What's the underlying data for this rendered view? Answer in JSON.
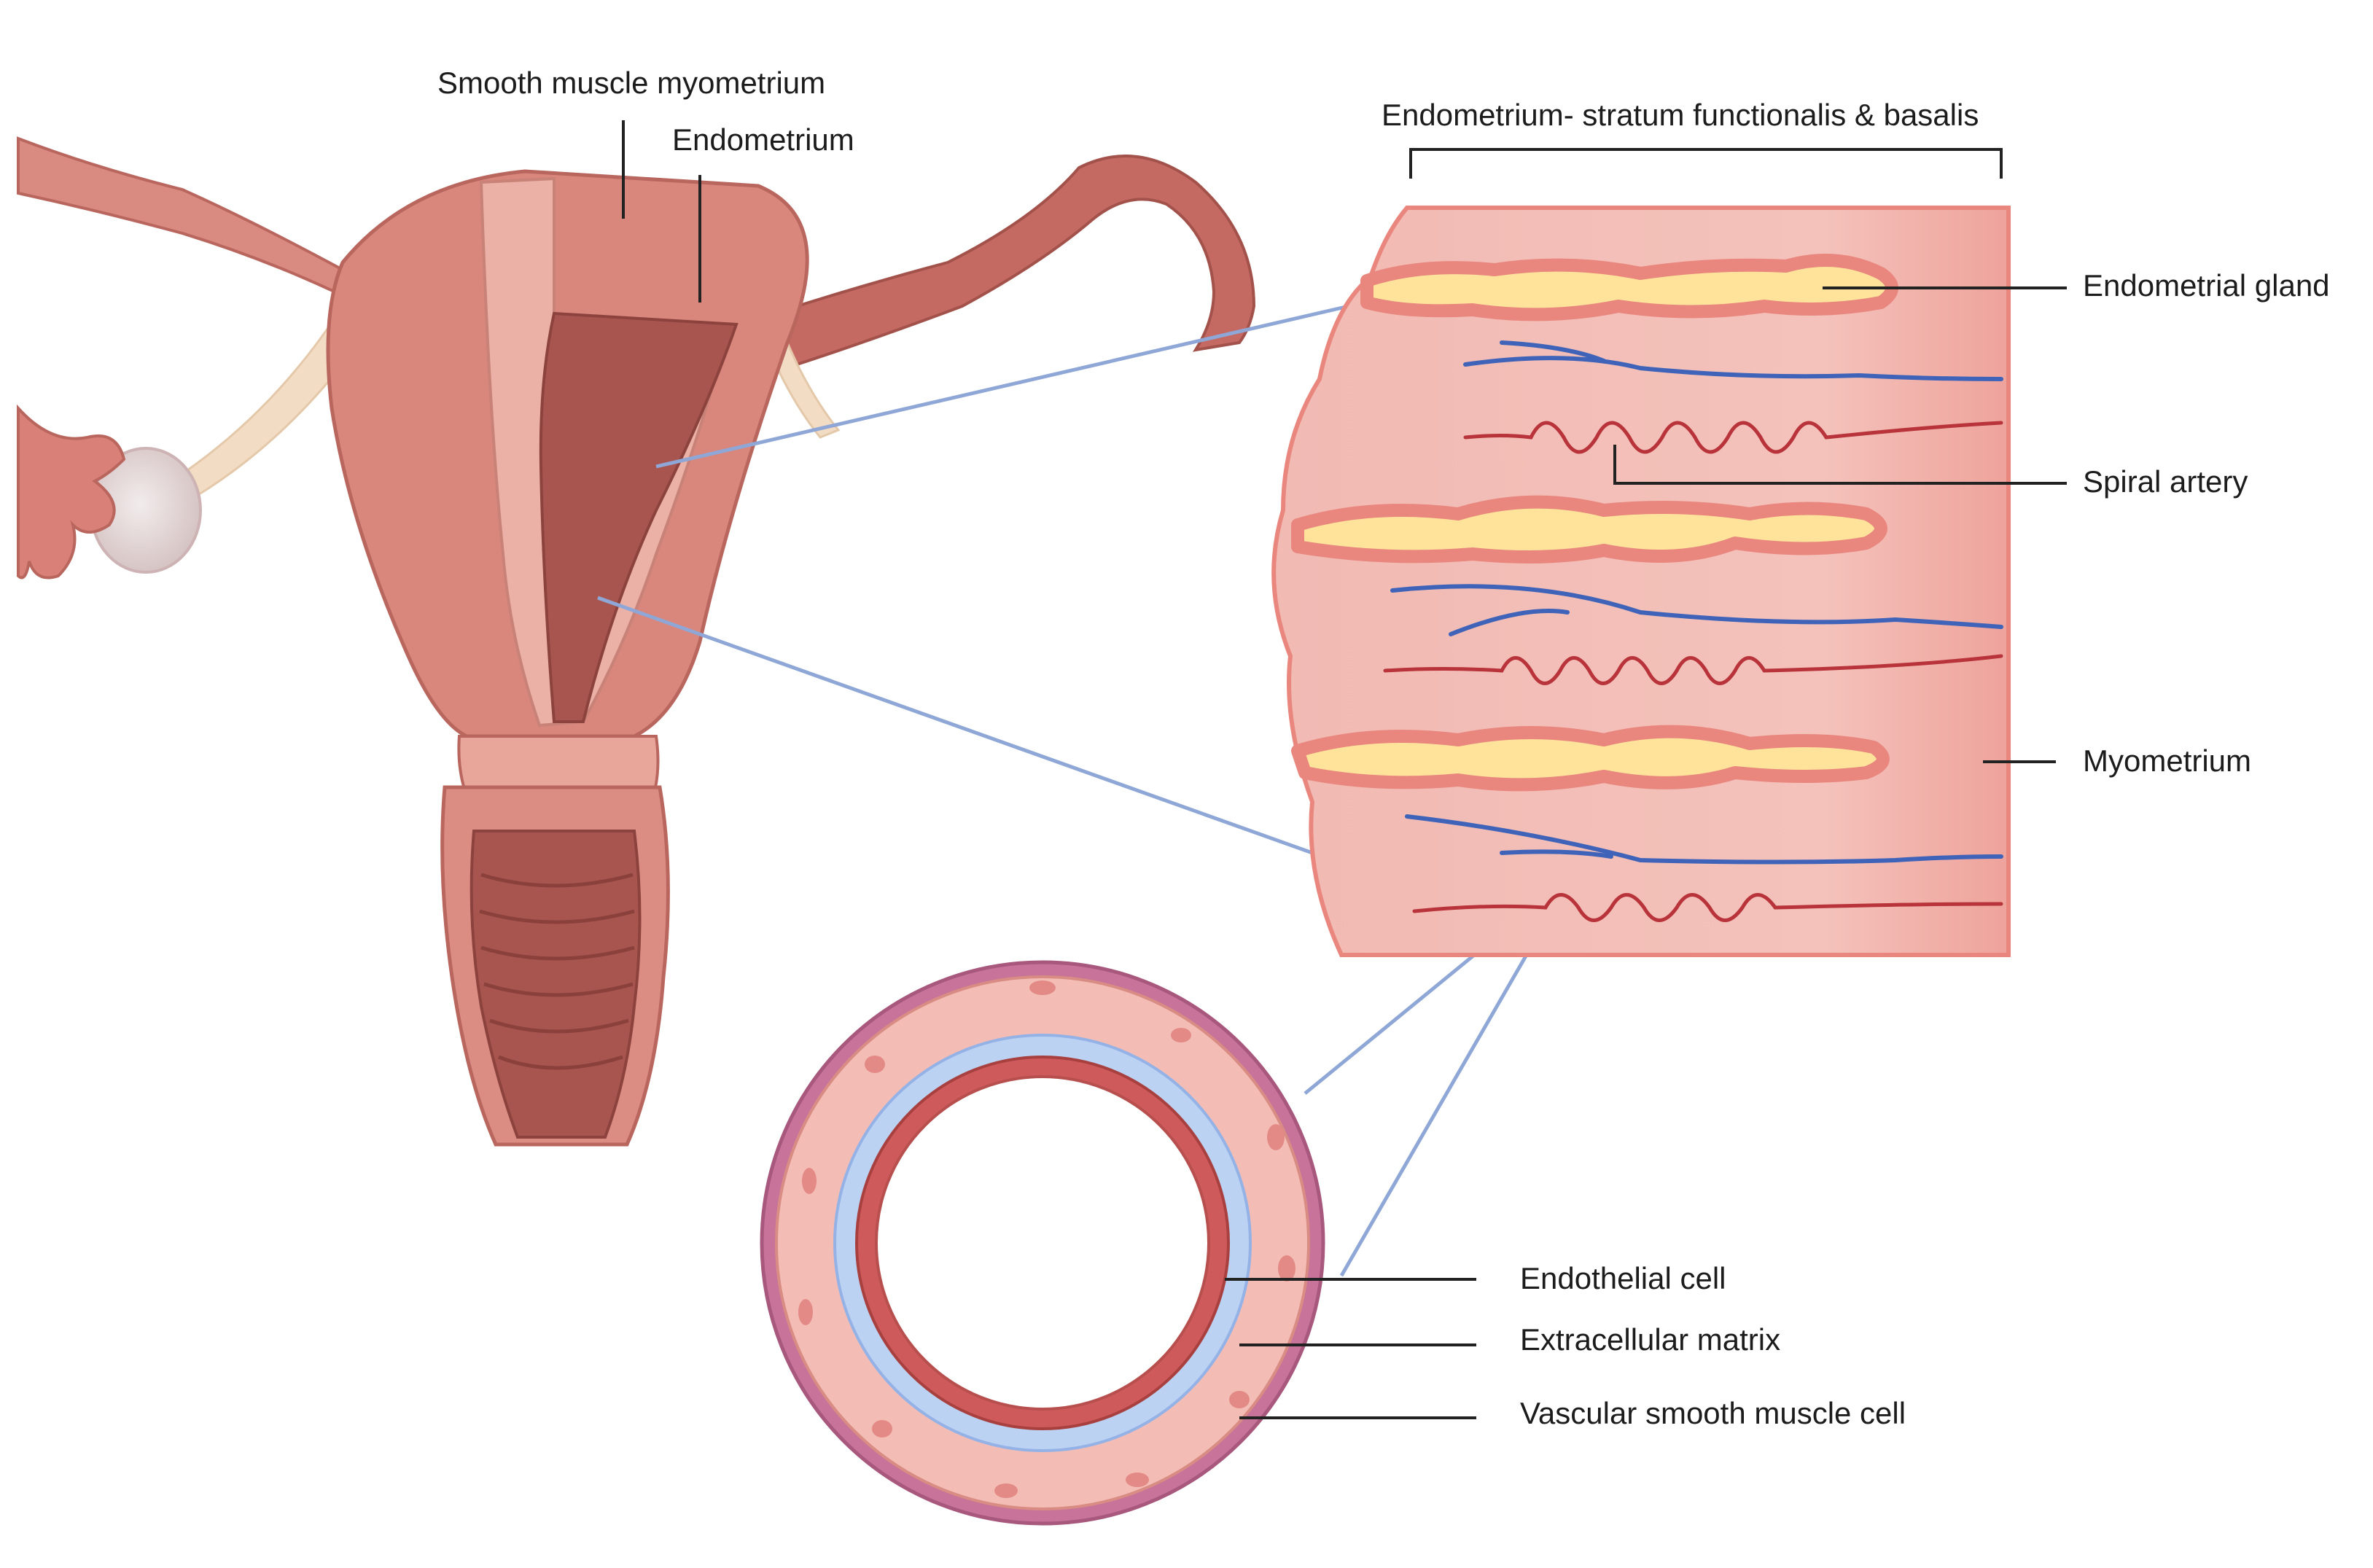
{
  "labels": {
    "smooth_muscle_myometrium": "Smooth muscle myometrium",
    "endometrium": "Endometrium",
    "stratum_bracket": "Endometrium- stratum functionalis & basalis",
    "endometrial_gland": "Endometrial gland",
    "spiral_artery": "Spiral artery",
    "myometrium": "Myometrium",
    "endothelial_cell": "Endothelial cell",
    "extracellular_matrix": "Extracellular matrix",
    "vascular_smooth_muscle_cell": "Vascular smooth muscle cell"
  },
  "colors": {
    "uterus_wall": "#d9867c",
    "uterus_outline": "#b9665e",
    "uterus_light": "#ebb1a6",
    "cavity": "#a9554f",
    "tissue": "#f3bdb6",
    "tissue_edge": "#e9877f",
    "gland": "#ffe39a",
    "vein": "#3e63b8",
    "artery": "#b8333a",
    "zoom_line": "#8fa7d6",
    "ecm": "#bcd2f2",
    "vessel_outer": "#c7739a",
    "endothelium": "#cf5a5c",
    "label_line": "#222222"
  }
}
